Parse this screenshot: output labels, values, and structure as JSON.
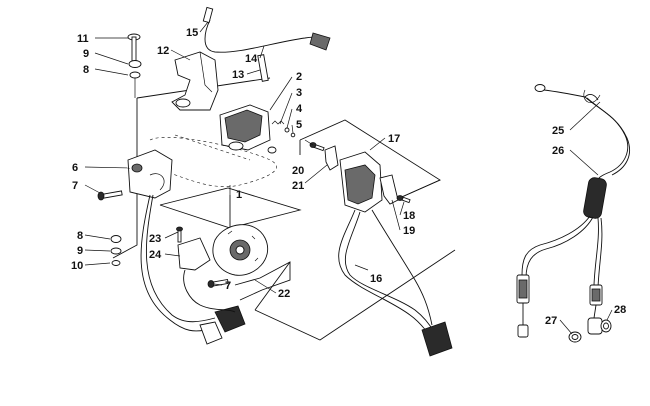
{
  "diagram": {
    "labels": [
      {
        "id": "p1",
        "text": "1"
      },
      {
        "id": "p2",
        "text": "2"
      },
      {
        "id": "p3",
        "text": "3"
      },
      {
        "id": "p4",
        "text": "4"
      },
      {
        "id": "p5",
        "text": "5"
      },
      {
        "id": "p6",
        "text": "6"
      },
      {
        "id": "p7a",
        "text": "7"
      },
      {
        "id": "p7b",
        "text": "7"
      },
      {
        "id": "p8a",
        "text": "8"
      },
      {
        "id": "p8b",
        "text": "8"
      },
      {
        "id": "p9a",
        "text": "9"
      },
      {
        "id": "p9b",
        "text": "9"
      },
      {
        "id": "p10",
        "text": "10"
      },
      {
        "id": "p11",
        "text": "11"
      },
      {
        "id": "p12",
        "text": "12"
      },
      {
        "id": "p13",
        "text": "13"
      },
      {
        "id": "p14",
        "text": "14"
      },
      {
        "id": "p15",
        "text": "15"
      },
      {
        "id": "p16",
        "text": "16"
      },
      {
        "id": "p17",
        "text": "17"
      },
      {
        "id": "p18",
        "text": "18"
      },
      {
        "id": "p19",
        "text": "19"
      },
      {
        "id": "p20",
        "text": "20"
      },
      {
        "id": "p21",
        "text": "21"
      },
      {
        "id": "p22",
        "text": "22"
      },
      {
        "id": "p23",
        "text": "23"
      },
      {
        "id": "p24",
        "text": "24"
      },
      {
        "id": "p25",
        "text": "25"
      },
      {
        "id": "p26",
        "text": "26"
      },
      {
        "id": "p27",
        "text": "27"
      },
      {
        "id": "p28",
        "text": "28"
      }
    ]
  }
}
